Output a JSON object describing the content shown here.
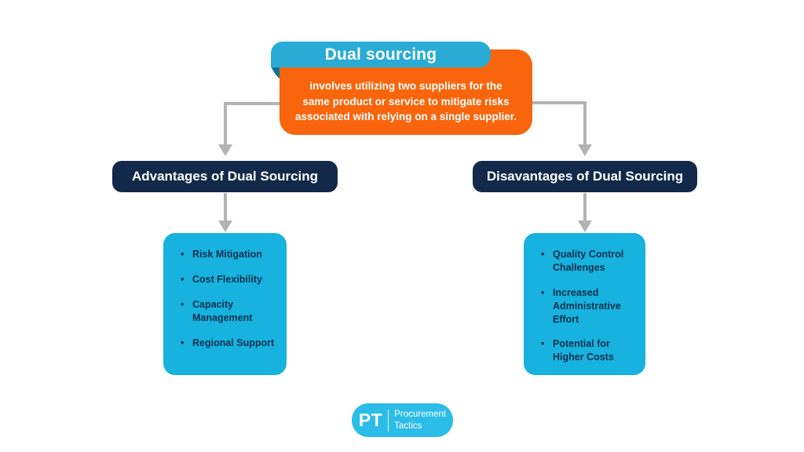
{
  "diagram": {
    "title": "Dual sourcing",
    "definition": "involves utilizing two suppliers for the\nsame product or service to mitigate risks\nassociated with relying on a single supplier.",
    "advantages": {
      "header": "Advantages of Dual Sourcing",
      "items": [
        "Risk Mitigation",
        "Cost Flexibility",
        "Capacity Management",
        "Regional Support"
      ]
    },
    "disadvantages": {
      "header": "Disavantages of Dual Sourcing",
      "items": [
        "Quality Control Challenges",
        "Increased Administrative Effort",
        "Potential for Higher Costs"
      ]
    }
  },
  "logo": {
    "initials": "PT",
    "name_line1": "Procurement",
    "name_line2": "Tactics"
  },
  "colors": {
    "banner_cyan": "#29ABD6",
    "fold_teal": "#0E7495",
    "orange": "#F8650C",
    "navy": "#12294A",
    "list_cyan": "#17B2DE",
    "logo_cyan": "#2BBCE8",
    "arrow_gray": "#B3B3B3",
    "bullet_text": "#0E3050"
  }
}
